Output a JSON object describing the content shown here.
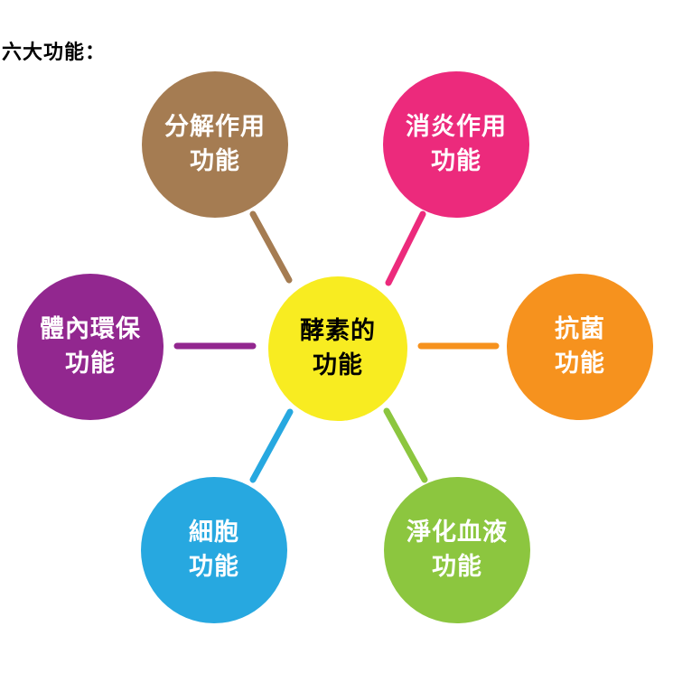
{
  "title": "六大功能：",
  "center": {
    "line1": "酵素的",
    "line2": "功能",
    "color": "#F8EC21"
  },
  "nodes": [
    {
      "id": "decompose",
      "line1": "分解作用",
      "line2": "功能",
      "color": "#A57C52"
    },
    {
      "id": "anti-inflammatory",
      "line1": "消炎作用",
      "line2": "功能",
      "color": "#EC2A7C"
    },
    {
      "id": "antibacterial",
      "line1": "抗菌",
      "line2": "功能",
      "color": "#F6921E"
    },
    {
      "id": "purify-blood",
      "line1": "淨化血液",
      "line2": "功能",
      "color": "#8CC63F"
    },
    {
      "id": "cell",
      "line1": "細胞",
      "line2": "功能",
      "color": "#27A8E0"
    },
    {
      "id": "body-cleansing",
      "line1": "體內環保",
      "line2": "功能",
      "color": "#92278F"
    }
  ]
}
